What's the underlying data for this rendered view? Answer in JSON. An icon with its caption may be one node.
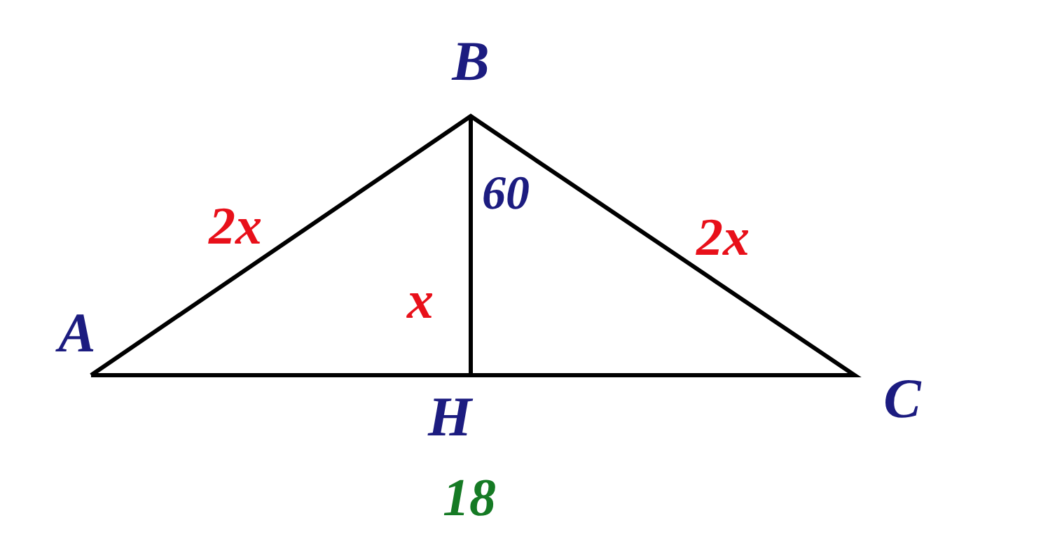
{
  "diagram": {
    "labels": [
      "B",
      "2x",
      "60",
      "2x",
      "A",
      "x",
      "C",
      "H",
      "18"
    ]
  }
}
